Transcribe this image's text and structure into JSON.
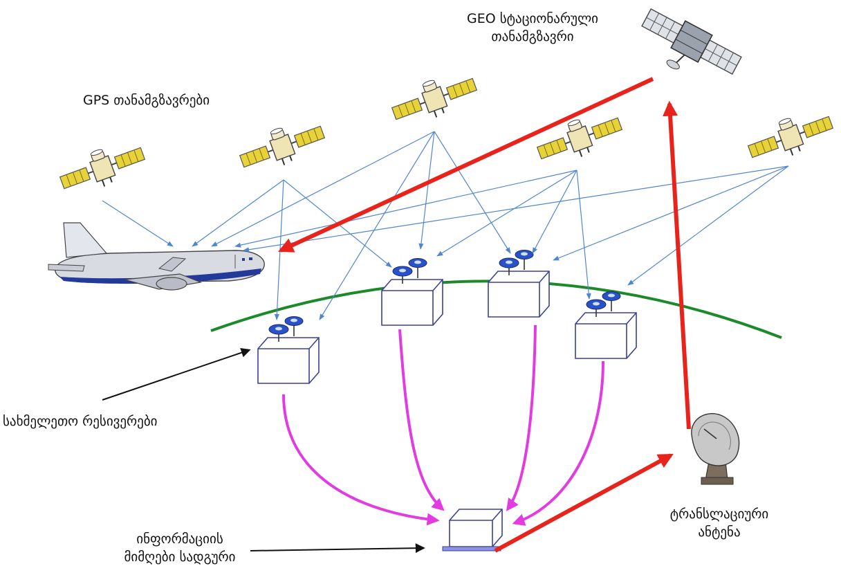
{
  "labels": {
    "geo_satellite": [
      "GEO სტაციონარული",
      "თანამგზავრი"
    ],
    "gps_satellites": "GPS  თანამგზავრები",
    "ground_receivers": "სახმელეთო რესივერები",
    "info_station": [
      "ინფორმაციის",
      "მიმღები სადგური"
    ],
    "antenna": [
      "ტრანსლაციური",
      "ანტენა"
    ]
  },
  "colors": {
    "gps_link": "#4f86cf",
    "geo_link": "#e8231c",
    "ground_link": "#e23be0",
    "earth_curve": "#1d8a2a",
    "receiver_outline": "#3a3f9a",
    "receiver_dish": "#2a52c8",
    "satellite_panel": "#e7d23a",
    "pointer_arrow": "#111111",
    "airplane_body": "#d9dbe3",
    "airplane_stripe": "#233a9a"
  },
  "icons": {
    "gps": "gps-satellite-icon",
    "geo": "geo-satellite-icon",
    "plane": "airplane-icon",
    "receiver": "ground-receiver-icon",
    "station": "info-station-icon",
    "antenna": "dish-antenna-icon"
  }
}
